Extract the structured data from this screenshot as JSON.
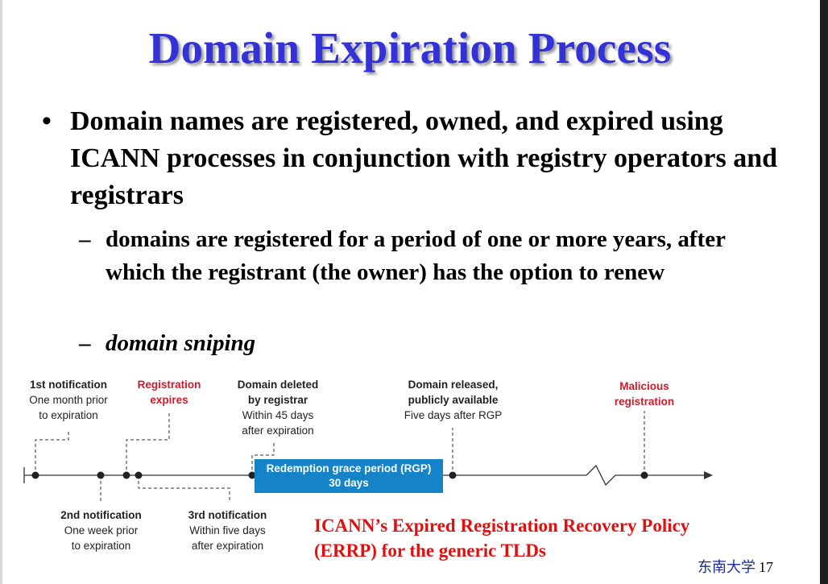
{
  "title": "Domain Expiration Process",
  "bullet": {
    "marker": "•",
    "text": "Domain names are registered, owned, and expired using ICANN processes in conjunction with registry operators and registrars"
  },
  "subbullets": [
    {
      "marker": "–",
      "text": "domains are registered for a period of one or more years, after which the registrant (the owner) has the option to renew"
    },
    {
      "marker": "–",
      "text": "domain sniping"
    }
  ],
  "timeline": {
    "events_above": [
      {
        "title": "1st notification",
        "lines": [
          "One month prior",
          "to expiration"
        ]
      },
      {
        "title": "Registration",
        "title2": "expires"
      },
      {
        "title": "Domain deleted",
        "title2": "by registrar",
        "lines": [
          "Within 45 days",
          "after expiration"
        ]
      },
      {
        "title": "Domain released,",
        "title2": "publicly available",
        "lines": [
          "Five days after RGP"
        ]
      },
      {
        "title": "Malicious",
        "title2": "registration"
      }
    ],
    "events_below": [
      {
        "title": "2nd notification",
        "lines": [
          "One week prior",
          "to expiration"
        ]
      },
      {
        "title": "3rd notification",
        "lines": [
          "Within five days",
          "after expiration"
        ]
      }
    ],
    "rgp": {
      "line1": "Redemption grace period (RGP)",
      "line2": "30 days"
    },
    "colors": {
      "accent_red": "#d11a2a",
      "rgp_blue": "#1583c8"
    }
  },
  "policy": {
    "line1": "ICANN’s Expired Registration Recovery Policy",
    "line2": "(ERRP)  for the generic TLDs"
  },
  "footer": {
    "school": "东南大学",
    "page": "17"
  }
}
